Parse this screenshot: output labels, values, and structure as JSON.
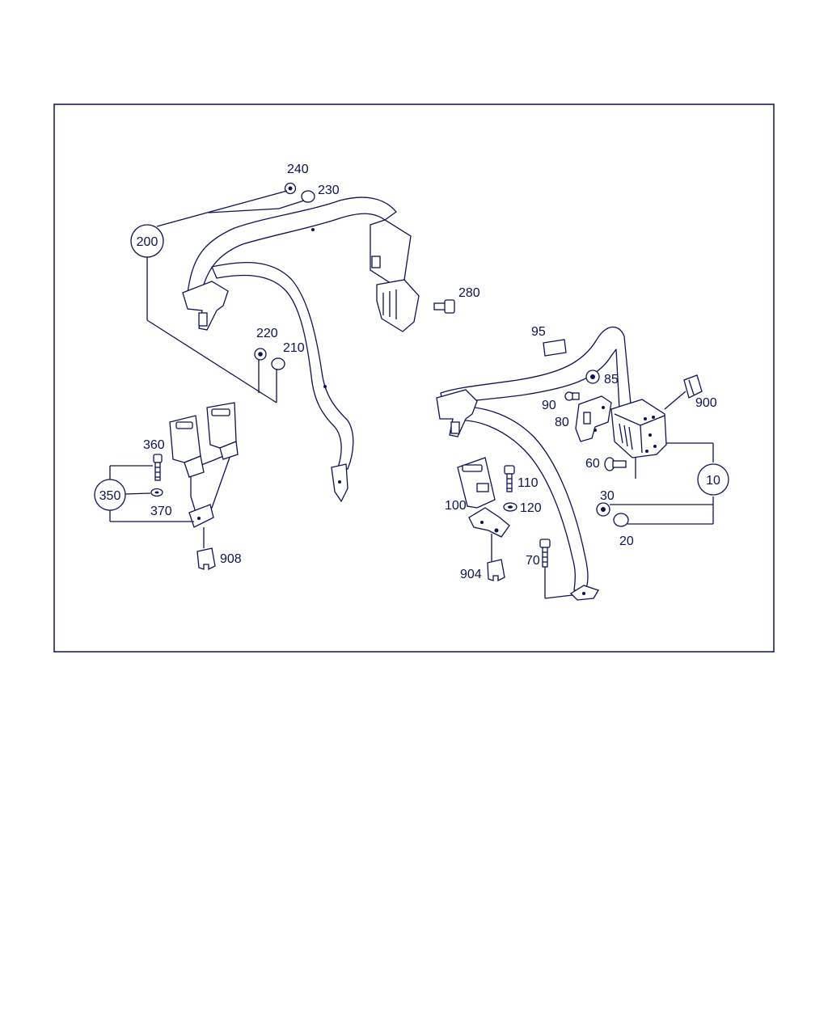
{
  "colors": {
    "ink": "#0c1252",
    "paper": "#ffffff"
  },
  "callouts_circled": {
    "c200": "200",
    "c350": "350",
    "c10": "10"
  },
  "labels": {
    "l240": "240",
    "l230": "230",
    "l280": "280",
    "l220": "220",
    "l210": "210",
    "l360": "360",
    "l370": "370",
    "l908": "908",
    "l95": "95",
    "l85": "85",
    "l90": "90",
    "l900": "900",
    "l80": "80",
    "l60": "60",
    "l110": "110",
    "l120": "120",
    "l100": "100",
    "l30": "30",
    "l20": "20",
    "l70": "70",
    "l904": "904"
  }
}
